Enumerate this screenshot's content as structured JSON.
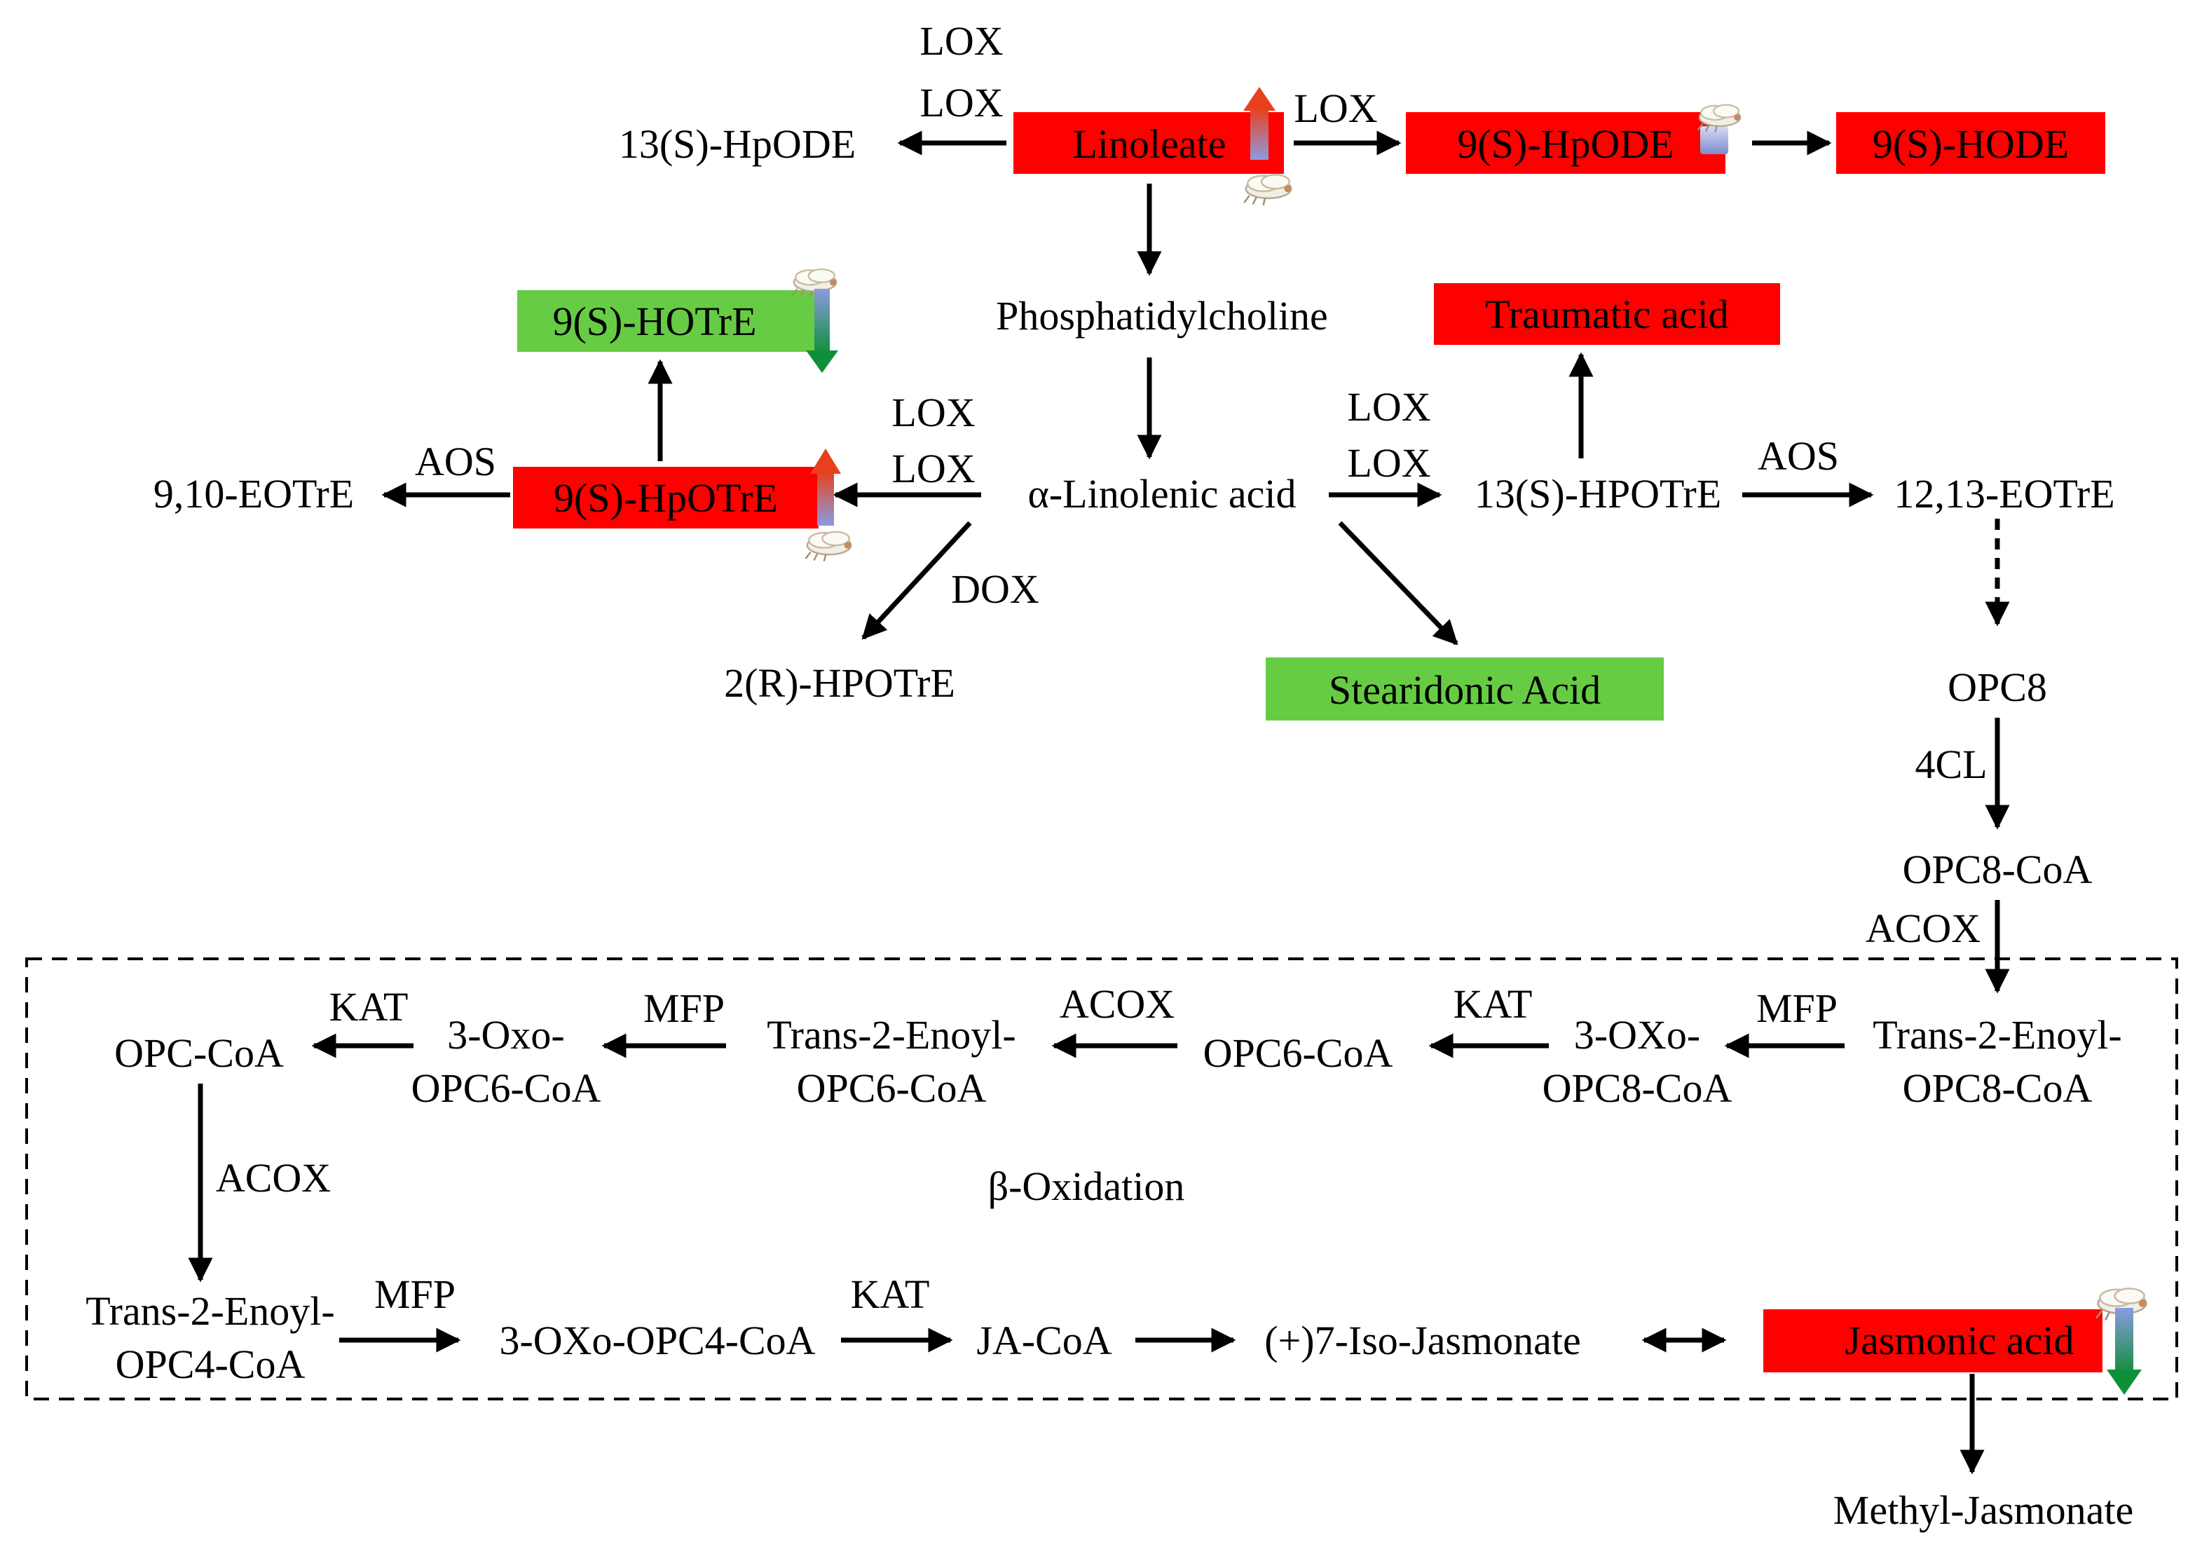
{
  "colors": {
    "upregulated": "#FF0000",
    "downregulated": "#66CC44",
    "enzyme_red": "#FF0000",
    "enzyme_green": "#00B050",
    "arrow": "#000000",
    "up_arrow_top": "#E8401C",
    "down_arrow_bottom": "#0F8F3A"
  },
  "icons": {
    "insect": "whitefly-icon",
    "up": "up-regulation-arrow-icon",
    "down": "down-regulation-arrow-icon",
    "neutral": "no-change-icon"
  },
  "metabolites": {
    "linoleate": "Linoleate",
    "hpode13": "13(S)-HpODE",
    "hpode9": "9(S)-HpODE",
    "hode9": "9(S)-HODE",
    "phosphatidylcholine": "Phosphatidylcholine",
    "hotre9": "9(S)-HOTrE",
    "traumatic_acid": "Traumatic acid",
    "eotre910": "9,10-EOTrE",
    "hpotre9": "9(S)-HpOTrE",
    "linolenic": "α-Linolenic acid",
    "hpotre13": "13(S)-HPOTrE",
    "eotre1213": "12,13-EOTrE",
    "hpotre2r": "2(R)-HPOTrE",
    "stearidonic": "Stearidonic Acid",
    "opc8": "OPC8",
    "opc8_coa": "OPC8-CoA",
    "t2e_opc8_coa_l1": "Trans-2-Enoyl-",
    "t2e_opc8_coa_l2": "OPC8-CoA",
    "oxo_opc8_coa_l1": "3-OXo-",
    "oxo_opc8_coa_l2": "OPC8-CoA",
    "opc6_coa": "OPC6-CoA",
    "t2e_opc6_coa_l1": "Trans-2-Enoyl-",
    "t2e_opc6_coa_l2": "OPC6-CoA",
    "oxo_opc6_coa_l1": "3-Oxo-",
    "oxo_opc6_coa_l2": "OPC6-CoA",
    "opc_coa": "OPC-CoA",
    "t2e_opc4_coa_l1": "Trans-2-Enoyl-",
    "t2e_opc4_coa_l2": "OPC4-CoA",
    "oxo_opc4_coa": "3-OXo-OPC4-CoA",
    "ja_coa": "JA-CoA",
    "iso_jasmonate": "(+)7-Iso-Jasmonate",
    "jasmonic_acid": "Jasmonic acid",
    "methyl_jasmonate": "Methyl-Jasmonate"
  },
  "enzymes": {
    "lox_a": "LOX",
    "lox_b": "LOX",
    "lox_c": "LOX",
    "lox_d": "LOX",
    "lox_e": "LOX",
    "lox_f": "LOX",
    "lox_g": "LOX",
    "aos_a": "AOS",
    "aos_b": "AOS",
    "dox": "DOX",
    "cl4": "4CL",
    "acox_a": "ACOX",
    "mfp_a": "MFP",
    "kat_a": "KAT",
    "acox_b": "ACOX",
    "mfp_b": "MFP",
    "kat_b": "KAT",
    "acox_c": "ACOX",
    "mfp_c": "MFP",
    "kat_c": "KAT"
  },
  "region": {
    "beta_oxidation": "β-Oxidation"
  }
}
